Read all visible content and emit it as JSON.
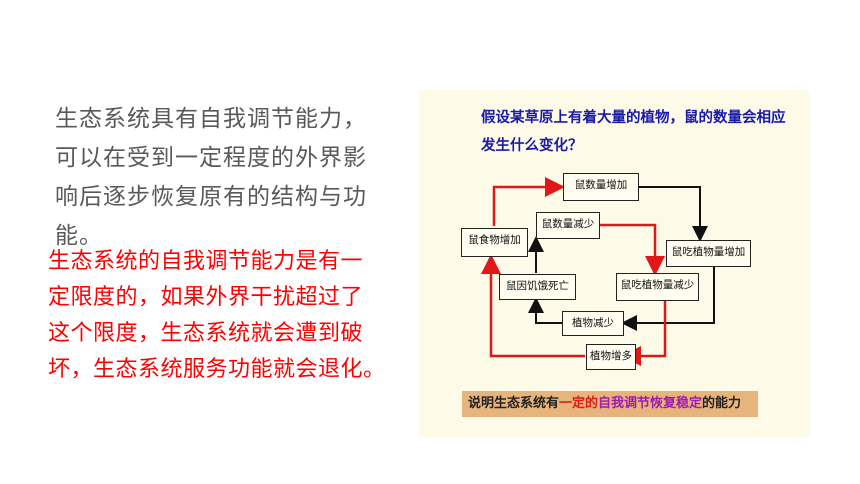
{
  "left_text": {
    "gray_lines": [
      "生态系统具有自我调节能力，",
      "可以在受到一定程度的外界影",
      "响后逐步恢复原有的结构与功",
      "能。"
    ],
    "red_lines": [
      "生态系统的自我调节能力是有一",
      "定限度的，如果外界干扰超过了",
      "这个限度，生态系统就会遭到破",
      "坏，生态系统服务功能就会退化。"
    ]
  },
  "figure": {
    "question_lines": [
      "假设某草原上有着大量的植物，鼠的数量会相应",
      "发生什么变化？"
    ],
    "boxes": {
      "rat_count_increase": "鼠数量增加",
      "rat_count_decrease": "鼠数量减少",
      "rat_food_increase": "鼠食物增加",
      "rat_eat_plants_increase": "鼠吃植物量增加",
      "rat_starve": "鼠因饥饿死亡",
      "rat_eat_plants_decrease": "鼠吃植物量减少",
      "plants_decrease": "植物减少",
      "plants_increase": "植物增多"
    },
    "banner": {
      "part1": "说明生态系统有",
      "part2": "一定的",
      "part3": "自我调节恢复稳定",
      "part4": "的能力"
    },
    "colors": {
      "red_arrow": "#e01818",
      "black_arrow": "#111111",
      "banner_bg": "#e7b47b"
    }
  }
}
